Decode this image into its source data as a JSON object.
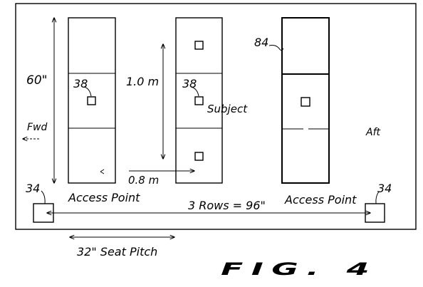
{
  "labels": {
    "height_dim": "60\"",
    "metric_dim": "1.0 m",
    "sensor_ref_left": "38",
    "sensor_ref_mid": "38",
    "subject": "Subject",
    "panel_ref": "84",
    "fwd": "Fwd",
    "aft": "Aft",
    "width_dim": "0.8 m",
    "access_ref_left": "34",
    "access_ref_right": "34",
    "access_point_left": "Access Point",
    "access_point_right": "Access Point",
    "rows": "3 Rows = 96\"",
    "seat_pitch": "32\" Seat Pitch"
  },
  "figure_label": "FIG. 4"
}
